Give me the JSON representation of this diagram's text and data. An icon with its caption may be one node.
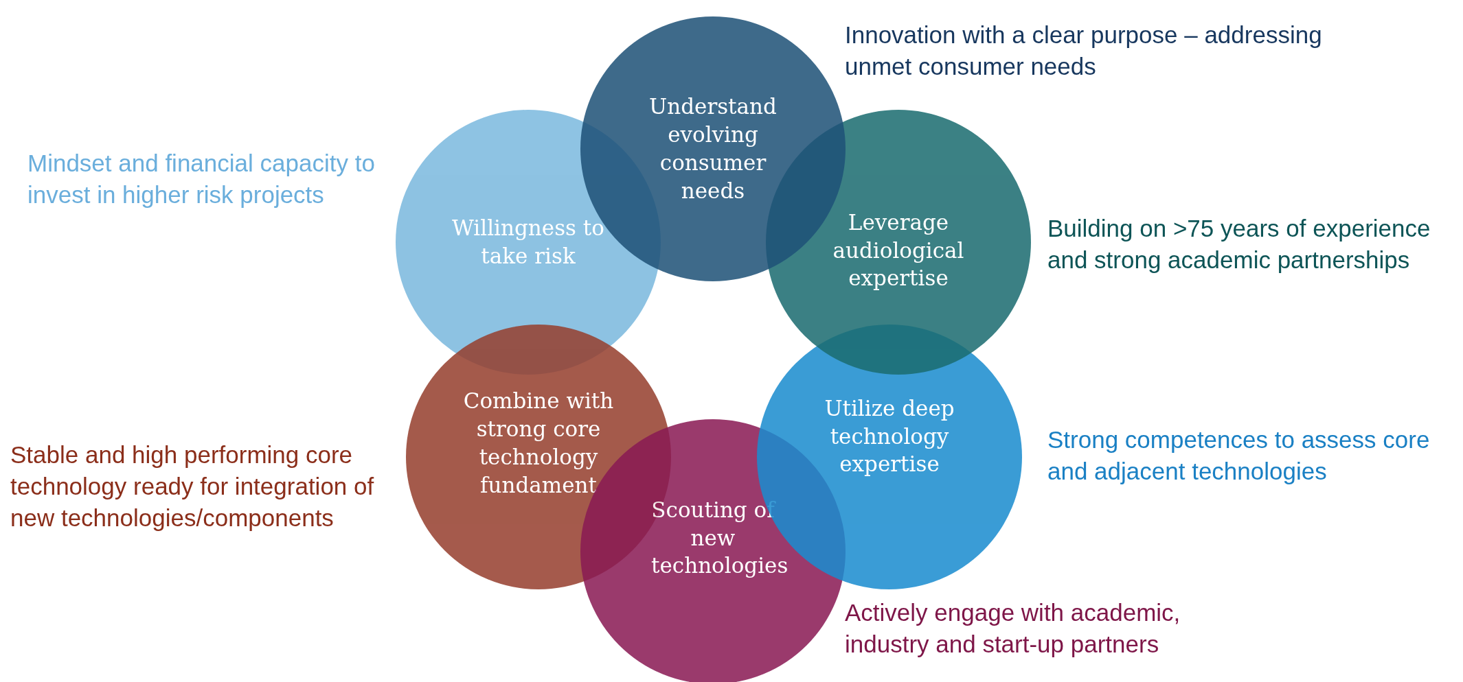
{
  "diagram": {
    "nodes": [
      {
        "text": [
          "Understand evolving consumer needs"
        ],
        "beside": [
          "Innovation with a clear purpose – addressing unmet consumer needs"
        ]
      },
      {
        "text": [
          "Leverage audiological expertise"
        ],
        "beside": [
          "Building on >75 years of experience and strong academic partnerships"
        ]
      },
      {
        "text": [
          "Utilize deep technology expertise"
        ],
        "beside": [
          "Strong competences to assess core and adjacent technologies"
        ]
      },
      {
        "text": [
          "Scouting of new technologies"
        ],
        "beside": [
          "Actively engage with academic, industry and start-up partners"
        ]
      },
      {
        "text": [
          "Combine with strong core technology fundament"
        ],
        "beside": [
          "Stable and high performing core technology ready for integration of new technologies/components"
        ]
      },
      {
        "text": [
          "Willingness to take risk"
        ],
        "beside": [
          "Mindset and financial capacity to invest in higher risk projects"
        ]
      }
    ]
  }
}
